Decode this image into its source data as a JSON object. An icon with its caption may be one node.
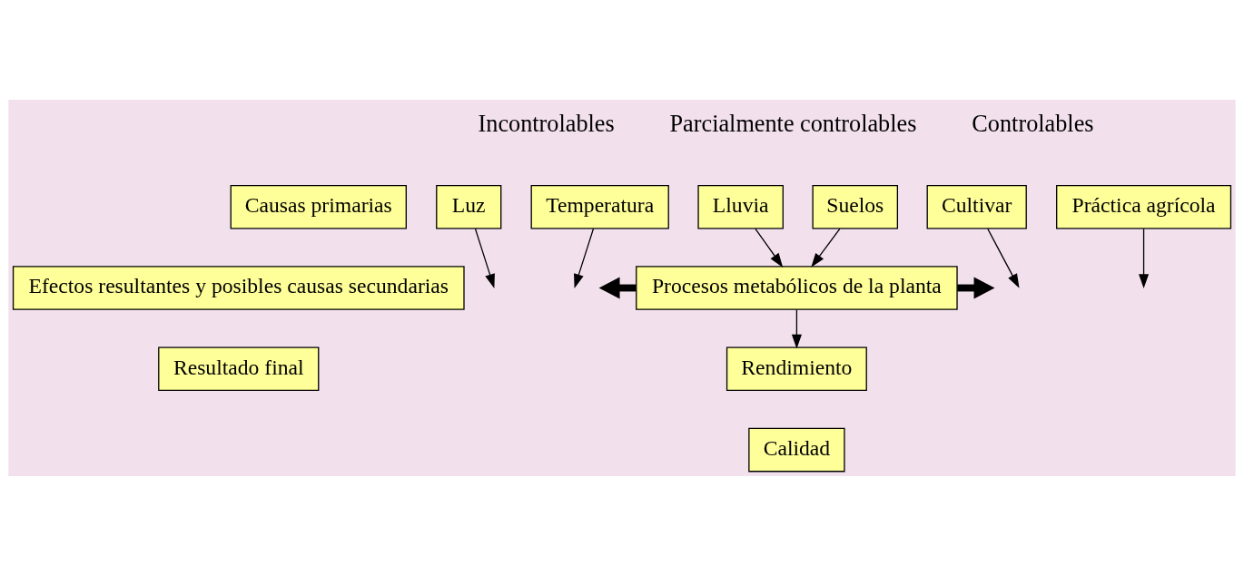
{
  "diagram": {
    "nodes": [
      {
        "text": [
          "Causas primarias"
        ]
      },
      {
        "text": [
          "Luz"
        ]
      },
      {
        "text": [
          "Temperatura"
        ]
      },
      {
        "text": [
          "Lluvia"
        ]
      },
      {
        "text": [
          "Suelos"
        ]
      },
      {
        "text": [
          "Cultivar"
        ]
      },
      {
        "text": [
          "Práctica agrícola"
        ]
      },
      {
        "text": [
          "Efectos resultantes y posibles causas secundarias"
        ]
      },
      {
        "text": [
          "Procesos metabólicos de la planta"
        ]
      },
      {
        "text": [
          "Resultado final"
        ]
      },
      {
        "text": [
          "Rendimiento"
        ]
      },
      {
        "text": [
          "Calidad"
        ]
      }
    ],
    "edges": [
      {
        "from": 1,
        "to": null,
        "arrow": "to"
      },
      {
        "from": 2,
        "to": null,
        "arrow": "to"
      },
      {
        "from": 3,
        "to": 8,
        "arrow": "to"
      },
      {
        "from": 4,
        "to": 8,
        "arrow": "to"
      },
      {
        "from": 5,
        "to": null,
        "arrow": "to"
      },
      {
        "from": 6,
        "to": null,
        "arrow": "to"
      },
      {
        "from": 8,
        "to": null,
        "arrow": "to",
        "style": "thick"
      },
      {
        "from": 8,
        "to": null,
        "arrow": "to",
        "style": "thick"
      },
      {
        "from": 8,
        "to": 10,
        "arrow": "to"
      }
    ],
    "labels": [
      "Incontrolables",
      "Parcialmente controlables",
      "Controlables"
    ]
  }
}
